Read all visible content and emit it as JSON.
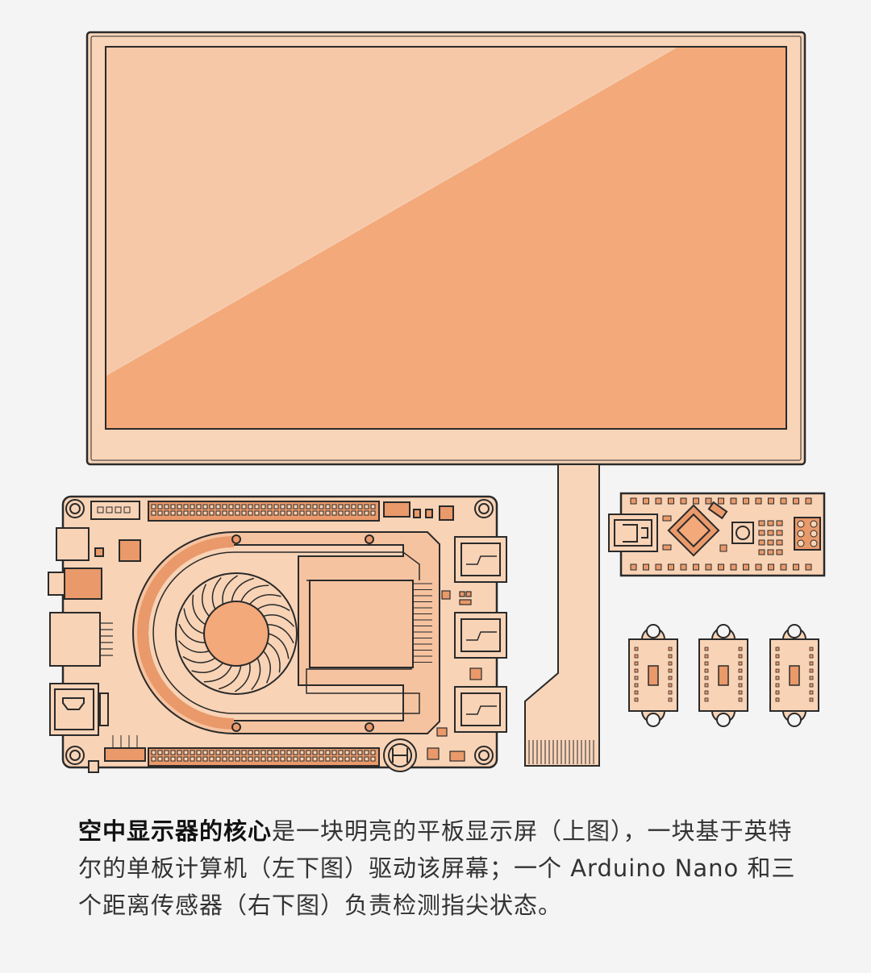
{
  "caption": {
    "lead_bold": "空中显示器的核心",
    "rest": "是一块明亮的平板显示屏（上图），一块基于英特尔的单板计算机（左下图）驱动该屏幕；一个 Arduino Nano 和三个距离传感器（右下图）负责检测指尖状态。"
  },
  "colors": {
    "outline": "#2a2a2a",
    "board": "#f6c9a8",
    "screen_light": "#f5c8a9",
    "screen_dark": "#f3a97a",
    "copper": "#e9996a",
    "background": "#f4f4f4"
  },
  "components": [
    {
      "name": "flat-panel-display"
    },
    {
      "name": "single-board-computer"
    },
    {
      "name": "arduino-nano"
    },
    {
      "name": "distance-sensor",
      "count": 3
    }
  ]
}
